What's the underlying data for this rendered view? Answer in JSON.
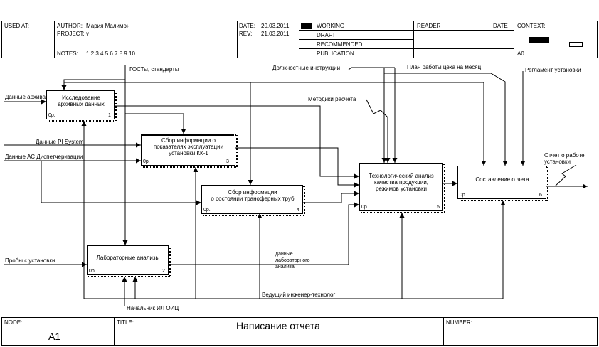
{
  "header": {
    "used_at": "USED AT:",
    "author_label": "AUTHOR:",
    "author": "Мария Малимон",
    "project_label": "PROJECT:",
    "project": "v",
    "notes_label": "NOTES:",
    "notes": "1 2 3 4 5 6 7 8 9 10",
    "date_label": "DATE:",
    "date": "20.03.2011",
    "rev_label": "REV:",
    "rev": "21.03.2011",
    "status": [
      "WORKING",
      "DRAFT",
      "RECOMMENDED",
      "PUBLICATION"
    ],
    "reader": "READER",
    "reader_date": "DATE",
    "context": "CONTEXT:",
    "context_node": "A0"
  },
  "boxes": [
    {
      "label": [
        "Исследование",
        "архивных данных"
      ],
      "cost": "0р.",
      "num": "1"
    },
    {
      "label": [
        "Сбор информации о",
        "показателях эксплуатации",
        "установки КК-1"
      ],
      "cost": "0р.",
      "num": "3"
    },
    {
      "label": [
        "Сбор информации",
        "о состоянии траноферных труб"
      ],
      "cost": "0р.",
      "num": "4"
    },
    {
      "label": [
        "Лабораторные анализы"
      ],
      "cost": "0р.",
      "num": "2"
    },
    {
      "label": [
        "Технологический анализ",
        "качества продукции,",
        "режимов установки"
      ],
      "cost": "0р.",
      "num": "5"
    },
    {
      "label": [
        "Составление отчета"
      ],
      "cost": "0р.",
      "num": "6"
    }
  ],
  "arrows": {
    "gosty": "ГОСТы, стандарты",
    "dolzh": "Должностные инструкции",
    "plan": "План работы цеха на месяц",
    "reglament": "Регламент установки",
    "metodiki": "Методики расчета",
    "dannye_arh": "Данные архива",
    "dannye_pi": "Данные PI System",
    "dannye_as": "Данные АС Диспетчеризации",
    "proby": "Пробы с установки",
    "dannye_lab": [
      "данные",
      "лабораторного",
      "анализа"
    ],
    "otchet": [
      "Отчет о работе",
      "установки"
    ],
    "vedushiy": "Ведущий инженер-технолог",
    "nachalnik": "Начальник ИЛ ОИЦ"
  },
  "footer": {
    "node_label": "NODE:",
    "node": "A1",
    "title_label": "TITLE:",
    "title": "Написание отчета",
    "number_label": "NUMBER:"
  }
}
